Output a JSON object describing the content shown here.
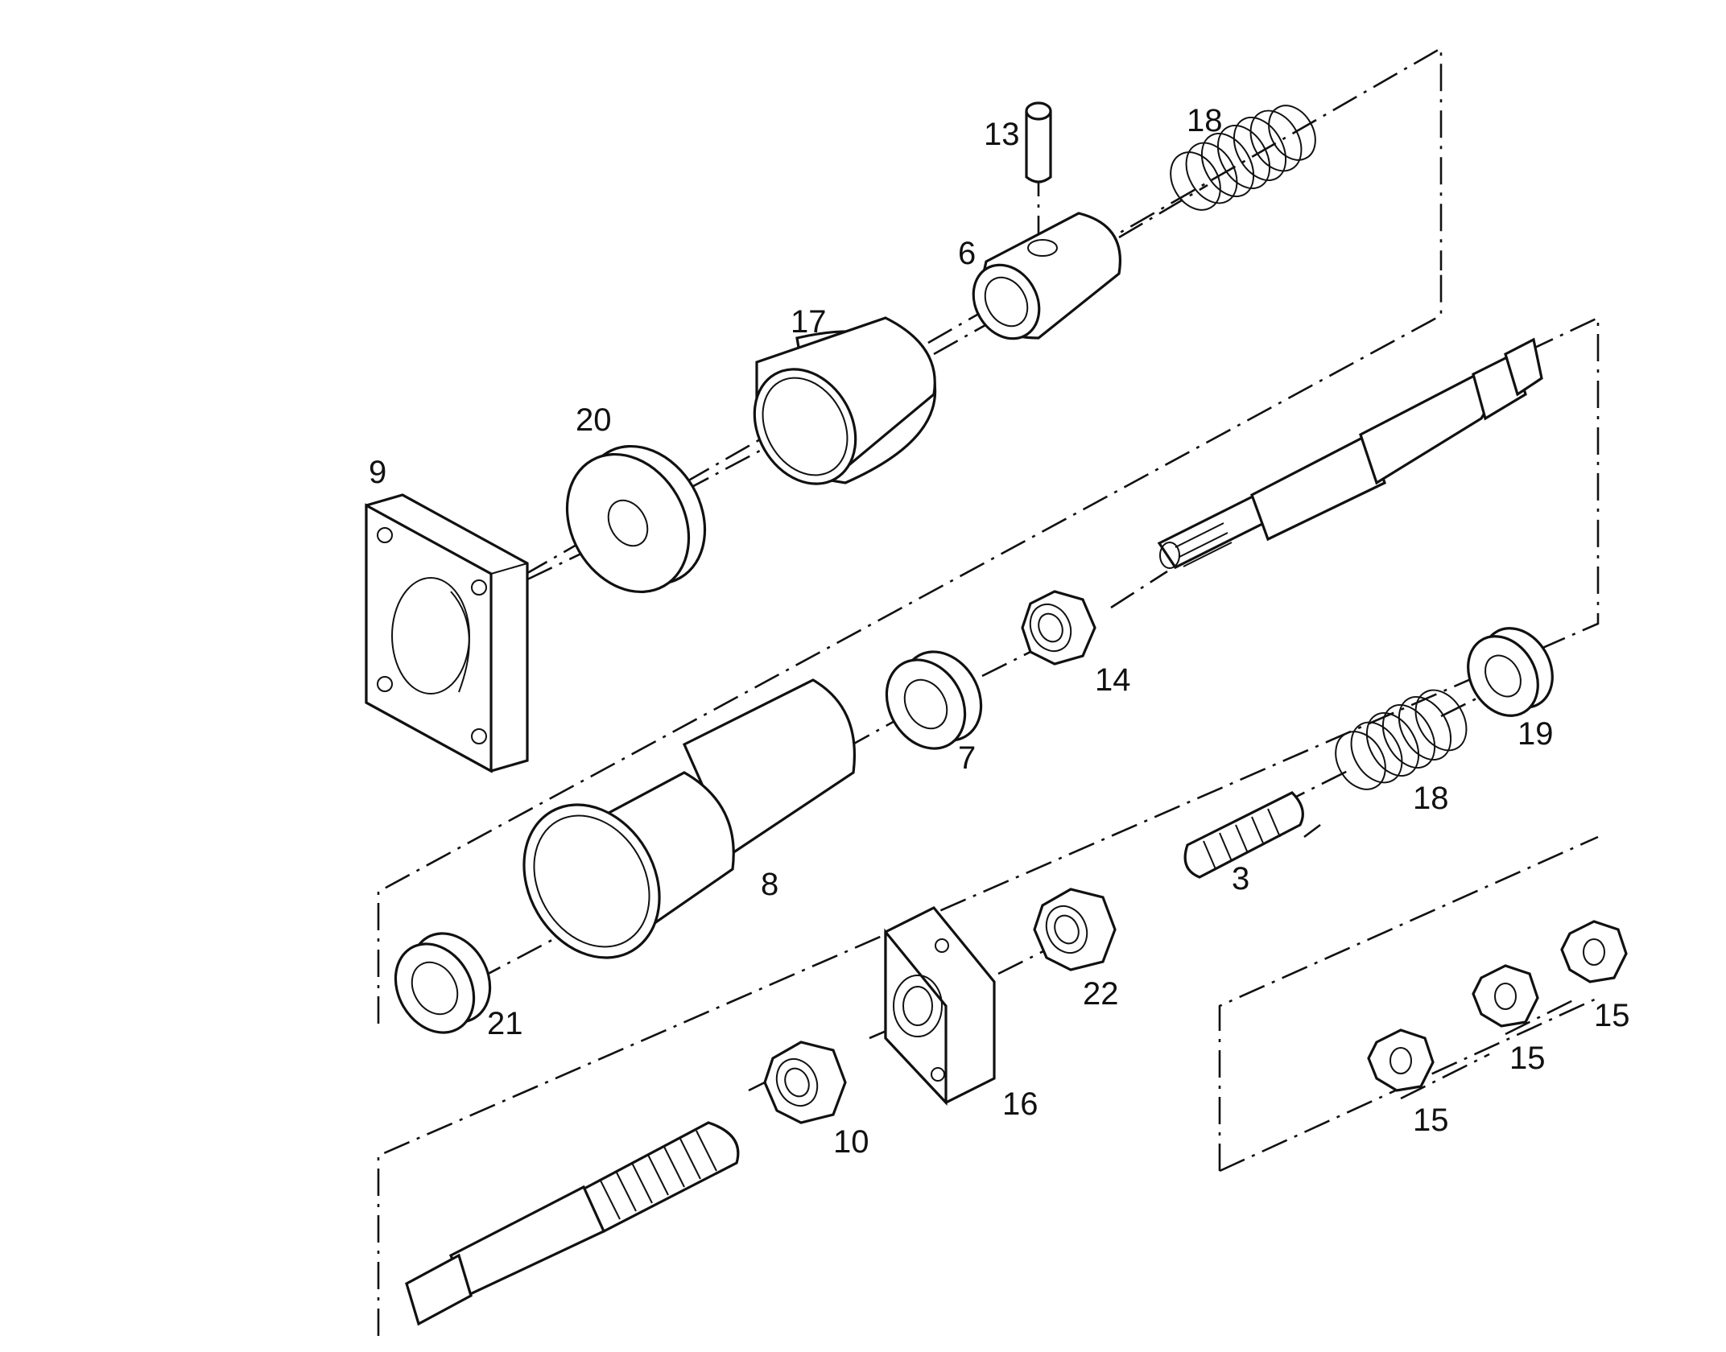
{
  "labels": {
    "p13": "13",
    "p18a": "18",
    "p6": "6",
    "p17": "17",
    "p20": "20",
    "p9": "9",
    "p14": "14",
    "p7": "7",
    "p8": "8",
    "p21": "21",
    "p19": "19",
    "p18b": "18",
    "p3": "3",
    "p22": "22",
    "p16": "16",
    "p10": "10",
    "p15a": "15",
    "p15b": "15",
    "p15c": "15"
  }
}
